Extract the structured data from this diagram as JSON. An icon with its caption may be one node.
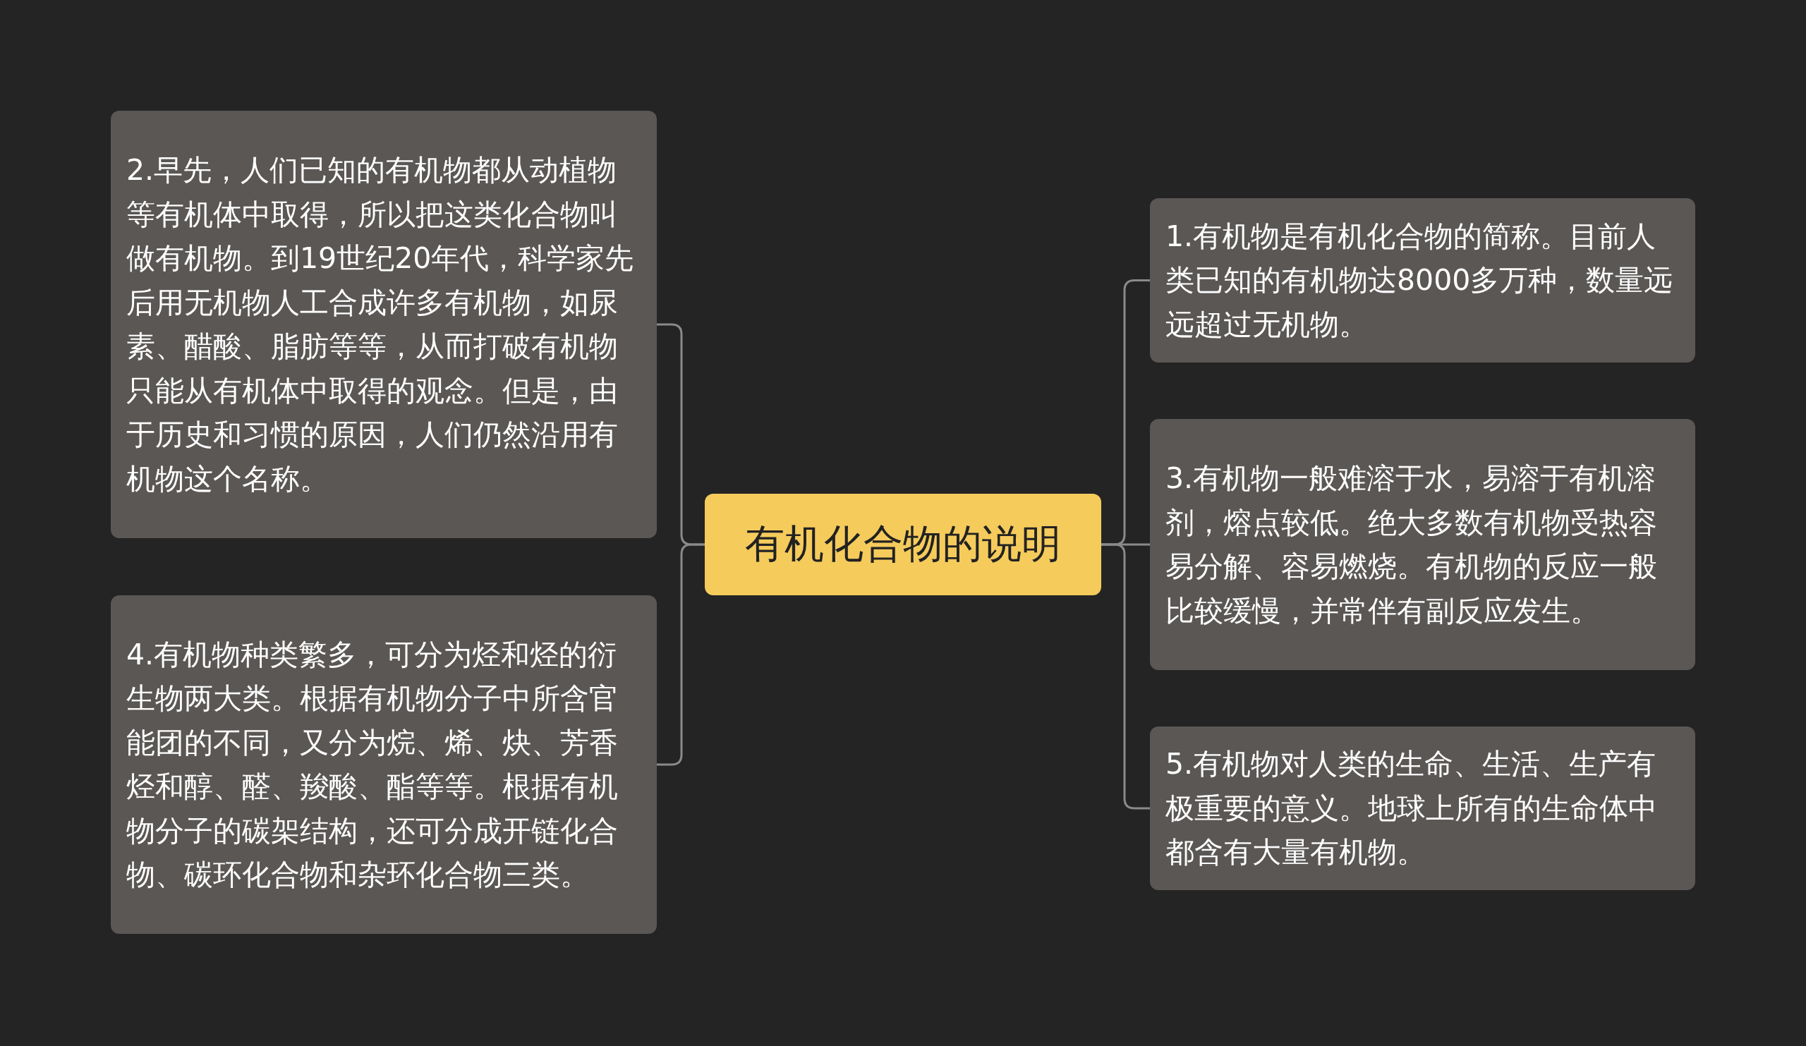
{
  "diagram": {
    "nodes": [
      {
        "text": [
          "有机化合物的说明"
        ]
      },
      {
        "text": [
          "2.早先，人们已知的有机物都从动植物等有机体中取得，所以把这类化合物叫做有机物。到19世纪20年代，科学家先后用无机物人工合成许多有机物，如尿素、醋酸、脂肪等等，从而打破有机物只能从有机体中取得的观念。但是，由于历史和习惯的原因，人们仍然沿用有机物这个名称。"
        ]
      },
      {
        "text": [
          "4.有机物种类繁多，可分为烃和烃的衍生物两大类。根据有机物分子中所含官能团的不同，又分为烷、烯、炔、芳香烃和醇、醛、羧酸、酯等等。根据有机物分子的碳架结构，还可分成开链化合物、碳环化合物和杂环化合物三类。"
        ]
      },
      {
        "text": [
          "1.有机物是有机化合物的简称。目前人类已知的有机物达8000多万种，数量远远超过无机物。"
        ]
      },
      {
        "text": [
          "3.有机物一般难溶于水，易溶于有机溶剂，熔点较低。绝大多数有机物受热容易分解、容易燃烧。有机物的反应一般比较缓慢，并常伴有副反应发生。"
        ]
      },
      {
        "text": [
          "5.有机物对人类的生命、生活、生产有极重要的意义。地球上所有的生命体中都含有大量有机物。"
        ]
      }
    ],
    "edges": [
      {
        "from": 0,
        "to": 1,
        "arrow": "none"
      },
      {
        "from": 0,
        "to": 2,
        "arrow": "none"
      },
      {
        "from": 0,
        "to": 3,
        "arrow": "none"
      },
      {
        "from": 0,
        "to": 4,
        "arrow": "none"
      },
      {
        "from": 0,
        "to": 5,
        "arrow": "none"
      }
    ]
  }
}
